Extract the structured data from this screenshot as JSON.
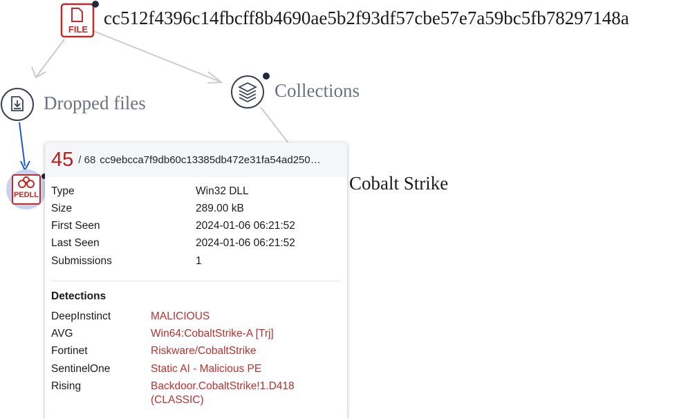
{
  "root_node": {
    "icon_text": "FILE",
    "hash": "cc512f4396c14fbcff8b4690ae5b2f93df57cbe57e7a59bc5fb78297148a"
  },
  "dropped_files": {
    "label": "Dropped files"
  },
  "collections": {
    "label": "Collections"
  },
  "child_node": {
    "icon_text": "PEDLL"
  },
  "collection_item": {
    "label": "Cobalt Strike"
  },
  "tooltip": {
    "score": "45",
    "total": "/ 68",
    "hash": "cc9ebcca7f9db60c13385db472e31fa54ad250…",
    "details": [
      {
        "key": "Type",
        "value": "Win32 DLL"
      },
      {
        "key": "Size",
        "value": "289.00 kB"
      },
      {
        "key": "First Seen",
        "value": "2024-01-06 06:21:52"
      },
      {
        "key": "Last Seen",
        "value": "2024-01-06 06:21:52"
      },
      {
        "key": "Submissions",
        "value": "1"
      }
    ],
    "detections_title": "Detections",
    "detections": [
      {
        "engine": "DeepInstinct",
        "result": "MALICIOUS"
      },
      {
        "engine": "AVG",
        "result": "Win64:CobaltStrike-A [Trj]"
      },
      {
        "engine": "Fortinet",
        "result": "Riskware/CobaltStrike"
      },
      {
        "engine": "SentinelOne",
        "result": "Static AI - Malicious PE"
      },
      {
        "engine": "Rising",
        "result": "Backdoor.CobaltStrike!1.D418 (CLASSIC)"
      }
    ]
  },
  "colors": {
    "file_red": "#c62828",
    "edge_gray": "#c8ccd2",
    "edge_blue": "#1a56db",
    "label_gray": "#6b7280",
    "detection_red": "#b8312f"
  }
}
